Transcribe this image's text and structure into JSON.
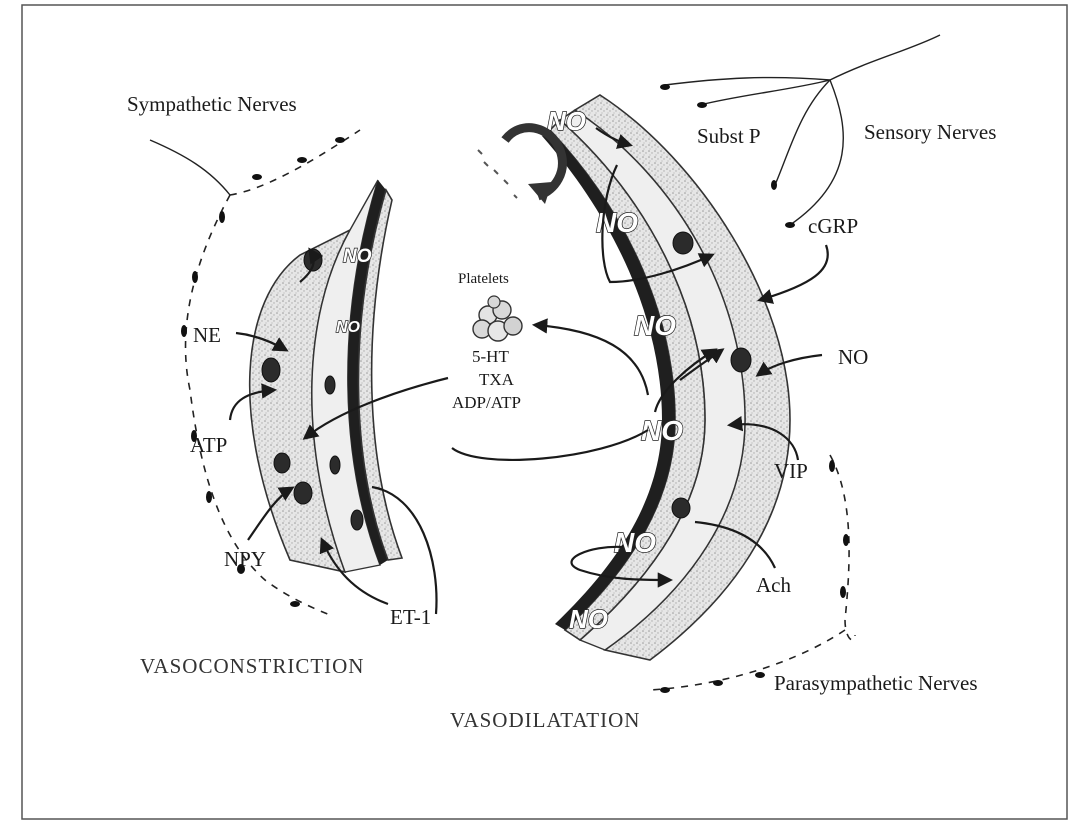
{
  "labels": {
    "sympathetic": "Sympathetic Nerves",
    "sensory": "Sensory Nerves",
    "parasympathetic": "Parasympathetic Nerves",
    "subst_p": "Subst P",
    "cgrp": "cGRP",
    "no": "NO",
    "vip": "VIP",
    "ach": "Ach",
    "ne": "NE",
    "atp": "ATP",
    "npy": "NPY",
    "et1": "ET-1",
    "platelets": "Platelets",
    "ht5": "5-HT",
    "txa": "TXA",
    "adp_atp": "ADP/ATP"
  },
  "captions": {
    "vasoconstriction": "VASOCONSTRICTION",
    "vasodilatation": "VASODILATATION"
  },
  "no_badge": "NO"
}
